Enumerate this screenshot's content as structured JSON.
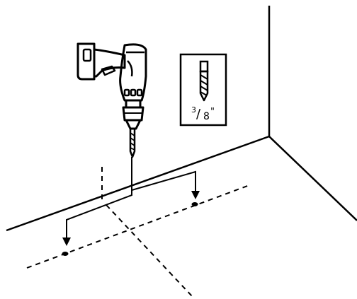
{
  "bit_size": {
    "numerator": "3",
    "slash": "/",
    "denominator": "8",
    "unit": "\""
  },
  "colors": {
    "ink": "#000000",
    "background": "#ffffff"
  },
  "icons": [
    "cordless-drill-icon",
    "drill-bit-icon",
    "arrow-down-icon",
    "drill-hole-mark"
  ]
}
